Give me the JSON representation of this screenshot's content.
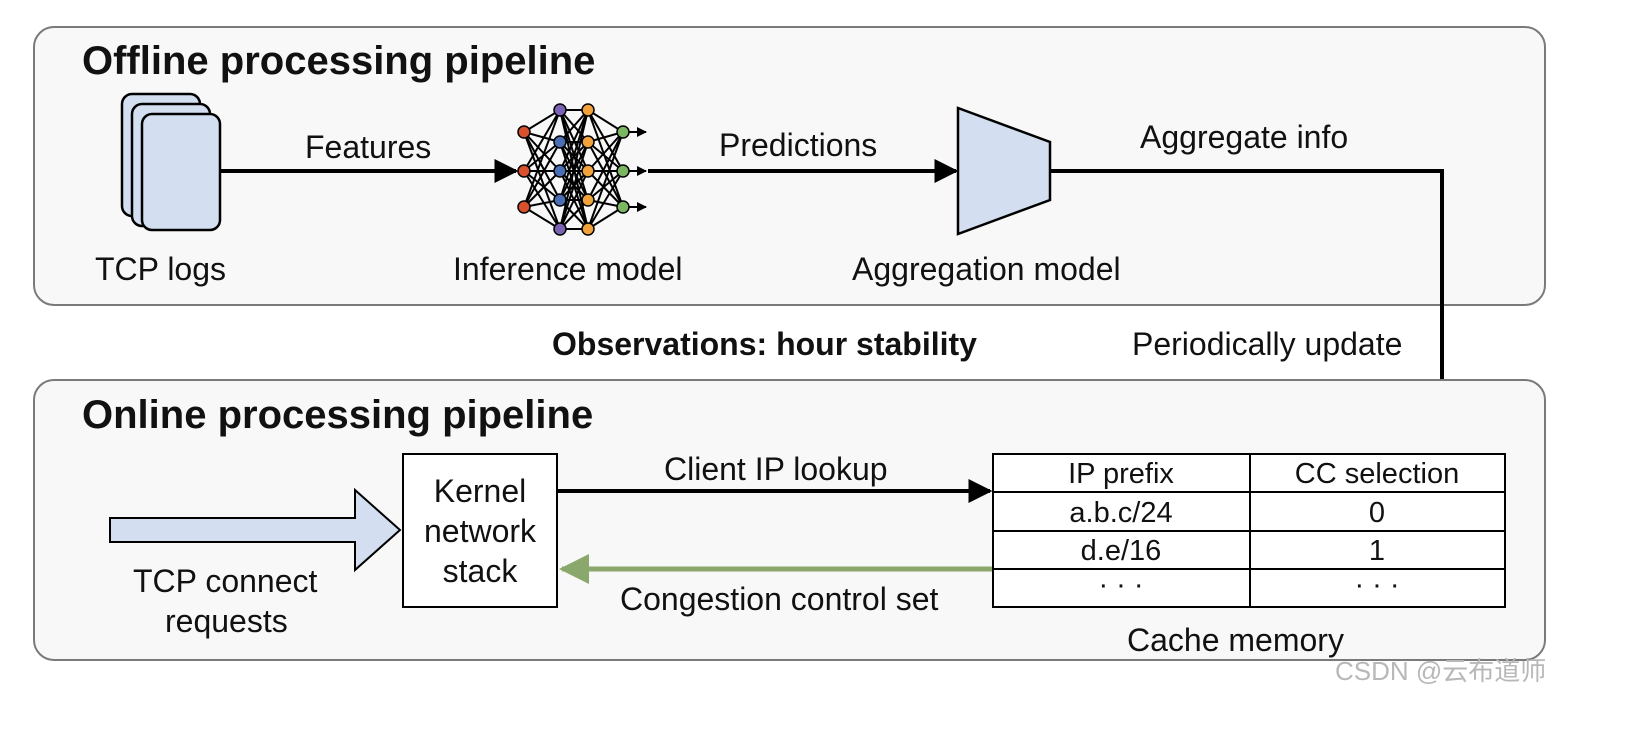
{
  "offline": {
    "title": "Offline processing pipeline",
    "tcp_logs_label": "TCP logs",
    "features_label": "Features",
    "inference_label": "Inference model",
    "predictions_label": "Predictions",
    "aggregation_label": "Aggregation model",
    "aggregate_info_label": "Aggregate info"
  },
  "between": {
    "observations": "Observations: hour stability",
    "periodic_update": "Periodically update"
  },
  "online": {
    "title": "Online processing pipeline",
    "kernel_lines": [
      "Kernel",
      "network",
      "stack"
    ],
    "client_lookup": "Client IP lookup",
    "congestion_set": "Congestion control set",
    "tcp_connect_lines": [
      "TCP connect",
      "requests"
    ],
    "cache_label": "Cache memory"
  },
  "table": {
    "headers": [
      "IP prefix",
      "CC selection"
    ],
    "rows": [
      [
        "a.b.c/24",
        "0"
      ],
      [
        "d.e/16",
        "1"
      ],
      [
        "· · ·",
        "· · ·"
      ]
    ]
  },
  "watermark": "CSDN @云布道师",
  "colors": {
    "panel_fill": "#f8f8f8",
    "panel_border": "#7a7a7a",
    "shape_fill": "#d3dff0",
    "green_arrow": "#8aa86c",
    "node_orange": "#f1a23a",
    "node_red": "#d9502c",
    "node_green": "#7bb661",
    "node_blue": "#4b6fb5",
    "node_purple": "#7a63b3"
  }
}
